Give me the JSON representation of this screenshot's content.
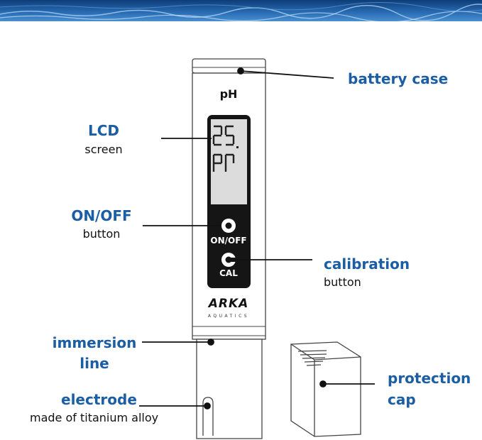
{
  "meter": {
    "label": "pH",
    "on_off": "ON/OFF",
    "cal": "CAL",
    "brand": "ARKA",
    "brand_sub": "AQUATICS"
  },
  "callouts": {
    "battery_case": "battery case",
    "lcd_title": "LCD",
    "lcd_sub": "screen",
    "onoff_title": "ON/OFF",
    "onoff_sub": "button",
    "calibration_title": "calibration",
    "calibration_sub": "button",
    "immersion_line1": "immersion",
    "immersion_line2": "line",
    "electrode_title": "electrode",
    "electrode_sub": "made of titanium alloy",
    "protection_line1": "protection",
    "protection_line2": "cap"
  },
  "colors": {
    "label_blue": "#1b5ea3",
    "banner_blue": "#1a5a9e"
  }
}
